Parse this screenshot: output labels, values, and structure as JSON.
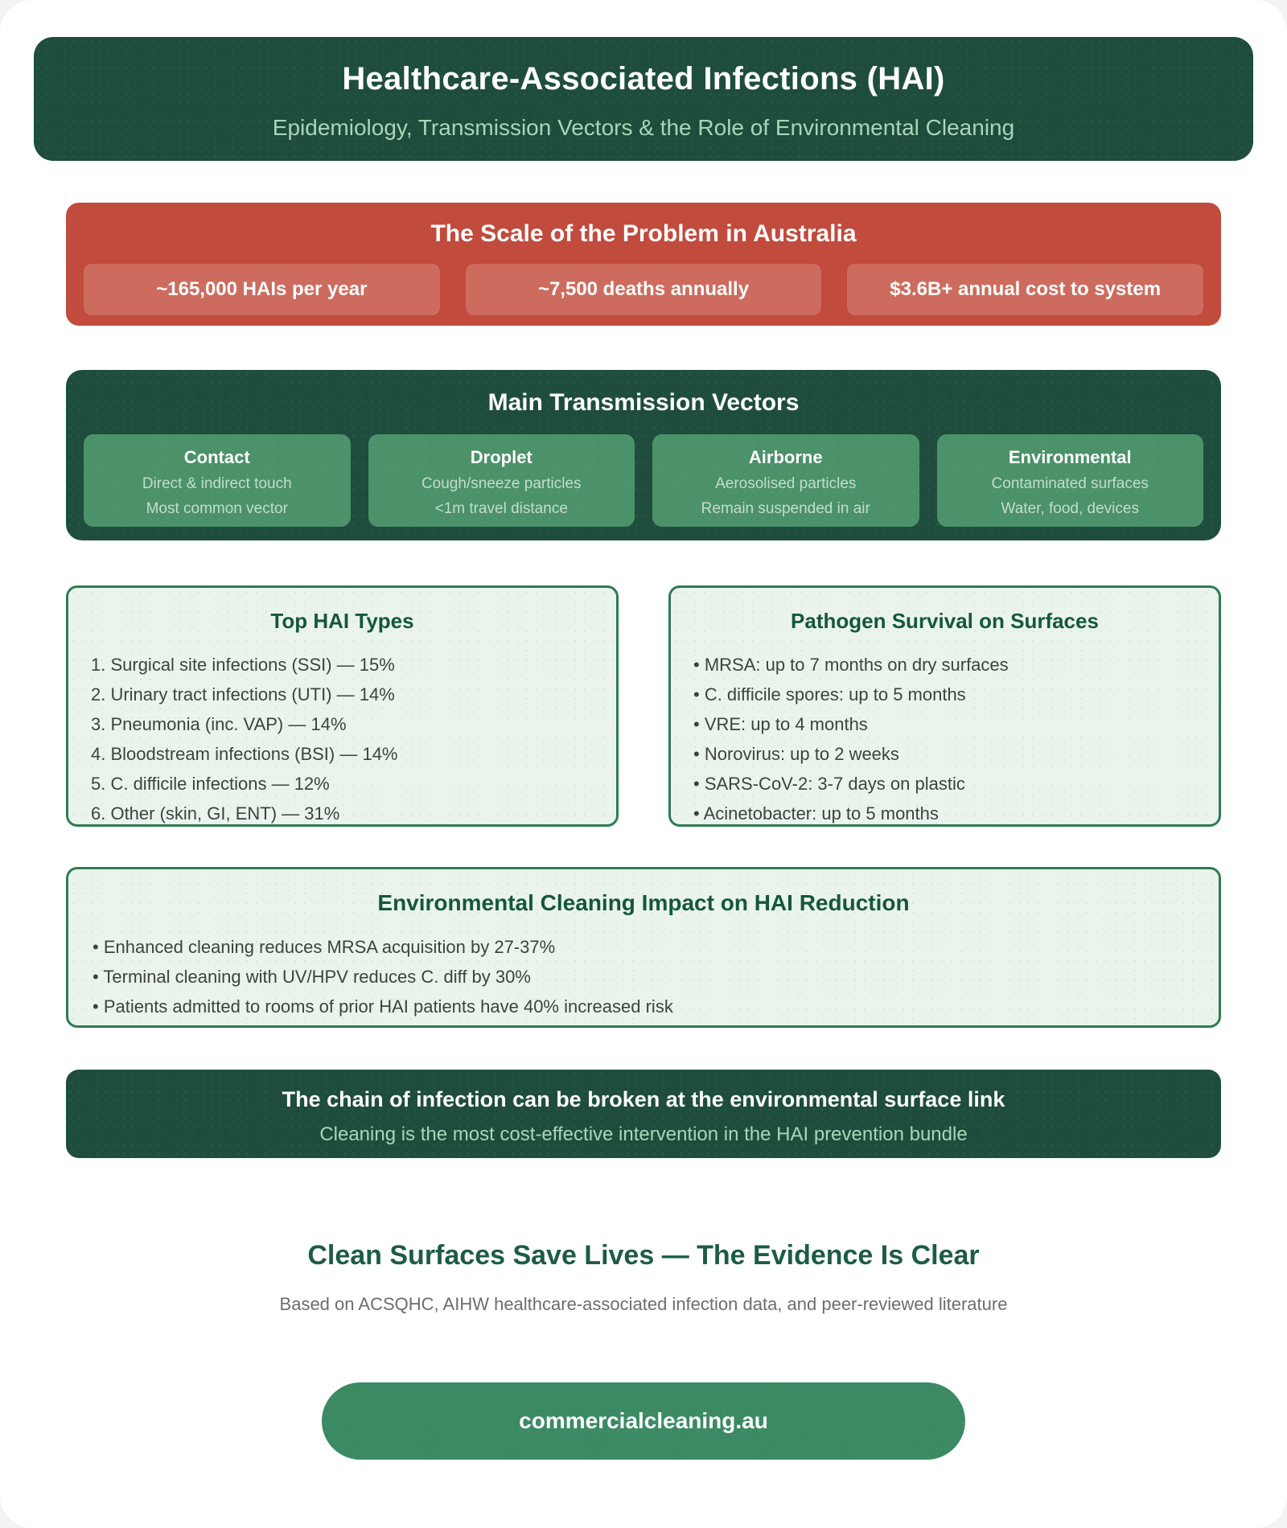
{
  "header": {
    "title": "Healthcare-Associated Infections (HAI)",
    "subtitle": "Epidemiology, Transmission Vectors & the Role of Environmental Cleaning"
  },
  "scale": {
    "title": "The Scale of the Problem in Australia",
    "stats": [
      "~165,000 HAIs per year",
      "~7,500 deaths annually",
      "$3.6B+ annual cost to system"
    ]
  },
  "vectors": {
    "title": "Main Transmission Vectors",
    "cards": [
      {
        "title": "Contact",
        "line1": "Direct & indirect touch",
        "line2": "Most common vector"
      },
      {
        "title": "Droplet",
        "line1": "Cough/sneeze particles",
        "line2": "<1m travel distance"
      },
      {
        "title": "Airborne",
        "line1": "Aerosolised particles",
        "line2": "Remain suspended in air"
      },
      {
        "title": "Environmental",
        "line1": "Contaminated surfaces",
        "line2": "Water, food, devices"
      }
    ]
  },
  "top_hai": {
    "title": "Top HAI Types",
    "items": [
      "1. Surgical site infections (SSI) — 15%",
      "2. Urinary tract infections (UTI) — 14%",
      "3. Pneumonia (inc. VAP) — 14%",
      "4. Bloodstream infections (BSI) — 14%",
      "5. C. difficile infections — 12%",
      "6. Other (skin, GI, ENT) — 31%"
    ]
  },
  "survival": {
    "title": "Pathogen Survival on Surfaces",
    "items": [
      "• MRSA: up to 7 months on dry surfaces",
      "• C. difficile spores: up to 5 months",
      "• VRE: up to 4 months",
      "• Norovirus: up to 2 weeks",
      "• SARS-CoV-2: 3-7 days on plastic",
      "• Acinetobacter: up to 5 months"
    ]
  },
  "impact": {
    "title": "Environmental Cleaning Impact on HAI Reduction",
    "items": [
      "• Enhanced cleaning reduces MRSA acquisition by 27-37%",
      "• Terminal cleaning with UV/HPV reduces C. diff by 30%",
      "• Patients admitted to rooms of prior HAI patients have 40% increased risk"
    ]
  },
  "banner": {
    "line1": "The chain of infection can be broken at the environmental surface link",
    "line2": "Cleaning is the most cost-effective intervention in the HAI prevention bundle"
  },
  "footer": {
    "headline": "Clean Surfaces Save Lives — The Evidence Is Clear",
    "source": "Based on ACSQHC, AIHW healthcare-associated infection data, and peer-reviewed literature",
    "button_label": "commercialcleaning.au"
  },
  "colors": {
    "dark_green": "#1e4d3d",
    "mid_green": "#4b9169",
    "light_panel_green": "#eaf4ec",
    "panel_border_green": "#2e7b52",
    "red": "#c14b3d",
    "light_red": "#cd6c5e",
    "button_green": "#3b8a63",
    "accent_text_green": "#a9d6bb"
  }
}
